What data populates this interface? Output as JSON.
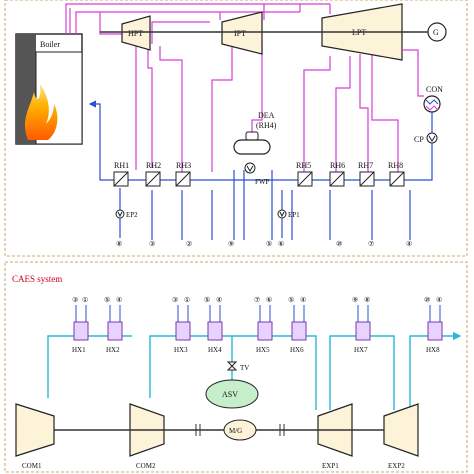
{
  "top_section": {
    "boiler_label": "Boiler",
    "turbines": {
      "hpt": "HPT",
      "ipt": "IPT",
      "lpt": "LPT"
    },
    "generator": "G",
    "condenser": "CON",
    "deaerator": "DEA",
    "deaerator_sub": "(RH4)",
    "pumps": {
      "cp": "CP",
      "fwp": "FWP",
      "ep1": "EP1",
      "ep2": "EP2"
    },
    "heaters": [
      "RH1",
      "RH2",
      "RH3",
      "RH5",
      "RH6",
      "RH7",
      "RH8"
    ],
    "port_numbers": [
      "⑧",
      "③",
      "②",
      "⑨",
      "⑤",
      "⑥",
      "⑩",
      "⑦",
      "④"
    ]
  },
  "bottom_section": {
    "title": "CAES system",
    "exchangers": [
      "HX1",
      "HX2",
      "HX3",
      "HX4",
      "HX5",
      "HX6",
      "HX7",
      "HX8"
    ],
    "exchanger_ports": [
      [
        "③",
        "①"
      ],
      [
        "⑤",
        "④"
      ],
      [
        "③",
        "①"
      ],
      [
        "⑤",
        "④"
      ],
      [
        "⑦",
        "⑥"
      ],
      [
        "⑤",
        "④"
      ],
      [
        "⑨",
        "⑧"
      ],
      [
        "⑩",
        "④"
      ]
    ],
    "valve": "TV",
    "storage": "ASV",
    "motor_generator": "M/G",
    "compressors": [
      "COM1",
      "COM2"
    ],
    "expanders": [
      "EXP1",
      "EXP2"
    ]
  },
  "colors": {
    "steam": "#d63fd6",
    "water": "#2b4fd1",
    "air": "#29b9d9",
    "border": "#c9a86a",
    "machine_fill": "#fdf3d8",
    "storage_fill": "#c7eecb"
  }
}
